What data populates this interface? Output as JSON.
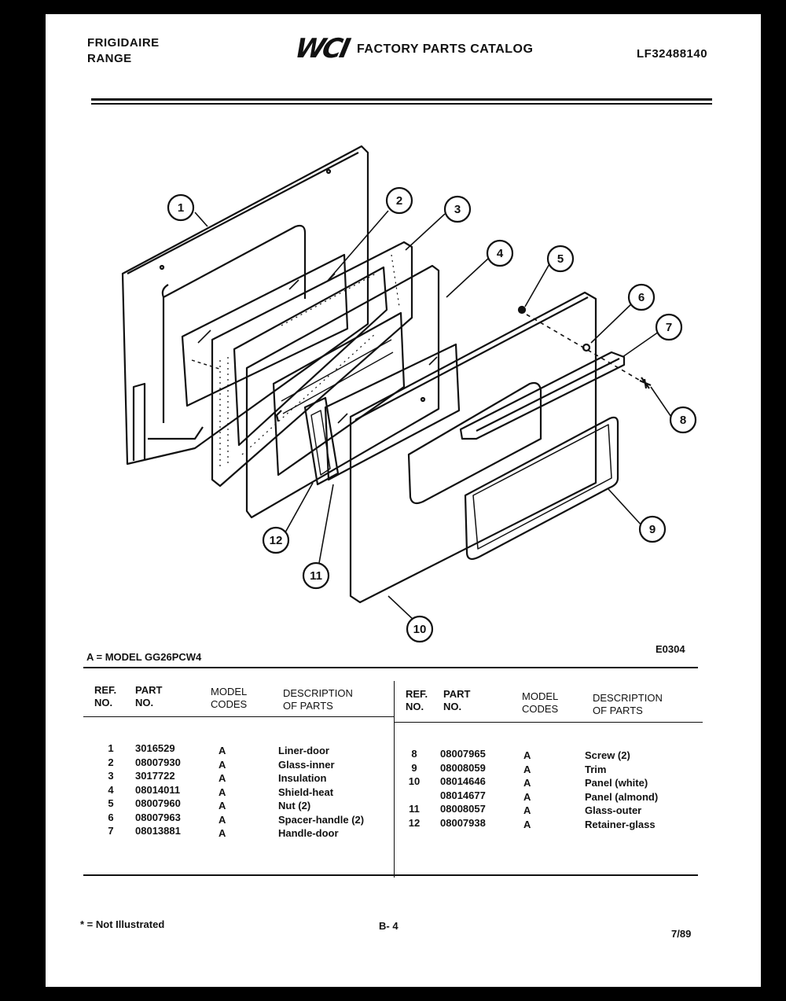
{
  "header": {
    "brand": "FRIGIDAIRE",
    "product": "RANGE",
    "logo": "WCI",
    "catalog_title": "FACTORY PARTS CATALOG",
    "catalog_number": "LF32488140"
  },
  "diagram": {
    "callouts": [
      "1",
      "2",
      "3",
      "4",
      "5",
      "6",
      "7",
      "8",
      "9",
      "10",
      "11",
      "12"
    ],
    "code": "E0304"
  },
  "legend": {
    "model_line": "A = MODEL GG26PCW4"
  },
  "table": {
    "headers": {
      "ref": [
        "REF.",
        "NO."
      ],
      "part": [
        "PART",
        "NO."
      ],
      "model": [
        "MODEL",
        "CODES"
      ],
      "desc": [
        "DESCRIPTION",
        "OF PARTS"
      ]
    },
    "left_rows": [
      {
        "ref": "1",
        "part": "3016529",
        "code": "A",
        "desc": "Liner-door"
      },
      {
        "ref": "2",
        "part": "08007930",
        "code": "A",
        "desc": "Glass-inner"
      },
      {
        "ref": "3",
        "part": "3017722",
        "code": "A",
        "desc": "Insulation"
      },
      {
        "ref": "4",
        "part": "08014011",
        "code": "A",
        "desc": "Shield-heat"
      },
      {
        "ref": "5",
        "part": "08007960",
        "code": "A",
        "desc": "Nut (2)"
      },
      {
        "ref": "6",
        "part": "08007963",
        "code": "A",
        "desc": "Spacer-handle (2)"
      },
      {
        "ref": "7",
        "part": "08013881",
        "code": "A",
        "desc": "Handle-door"
      }
    ],
    "right_rows": [
      {
        "ref": "8",
        "part": "08007965",
        "code": "A",
        "desc": "Screw (2)"
      },
      {
        "ref": "9",
        "part": "08008059",
        "code": "A",
        "desc": "Trim"
      },
      {
        "ref": "10",
        "part": "08014646",
        "code": "A",
        "desc": "Panel (white)"
      },
      {
        "ref": "",
        "part": "08014677",
        "code": "A",
        "desc": "Panel (almond)"
      },
      {
        "ref": "11",
        "part": "08008057",
        "code": "A",
        "desc": "Glass-outer"
      },
      {
        "ref": "12",
        "part": "08007938",
        "code": "A",
        "desc": "Retainer-glass"
      }
    ]
  },
  "footer": {
    "note": "* = Not Illustrated",
    "page": "B- 4",
    "date": "7/89"
  }
}
